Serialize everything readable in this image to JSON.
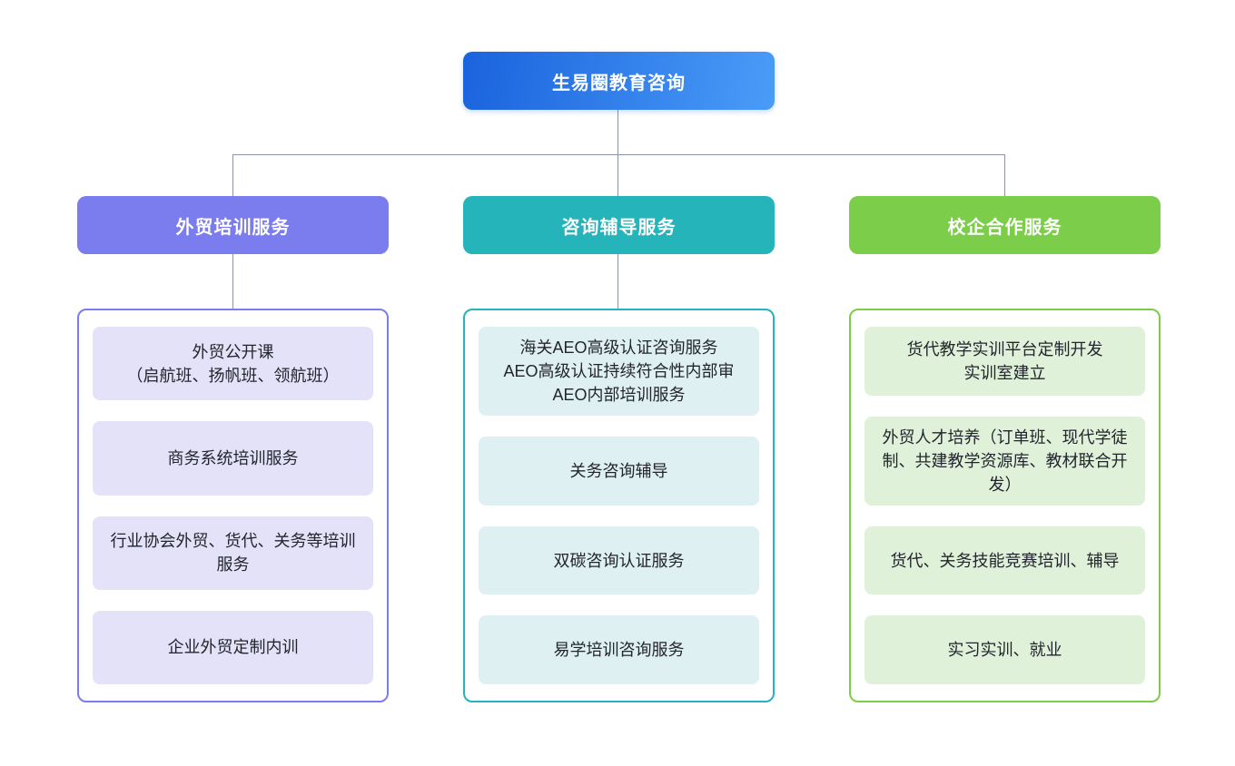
{
  "diagram": {
    "root": {
      "label": "生易圈教育咨询",
      "bg_gradient": [
        "#1a63dd",
        "#4a9cf8"
      ],
      "text_color": "#ffffff"
    },
    "connector_color": "#8b95a3",
    "branches": [
      {
        "title": "外贸培训服务",
        "color": "#7b7cee",
        "item_bg": "#e4e2f8",
        "items": [
          {
            "lines": [
              "外贸公开课",
              "（启航班、扬帆班、领航班）"
            ]
          },
          {
            "lines": [
              "商务系统培训服务"
            ]
          },
          {
            "lines": [
              "行业协会外贸、货代、关务等培训服务"
            ]
          },
          {
            "lines": [
              "企业外贸定制内训"
            ]
          }
        ]
      },
      {
        "title": "咨询辅导服务",
        "color": "#25b4ba",
        "item_bg": "#def0f2",
        "items": [
          {
            "lines": [
              "海关AEO高级认证咨询服务",
              "AEO高级认证持续符合性内部审",
              "AEO内部培训服务"
            ]
          },
          {
            "lines": [
              "关务咨询辅导"
            ]
          },
          {
            "lines": [
              "双碳咨询认证服务"
            ]
          },
          {
            "lines": [
              "易学培训咨询服务"
            ]
          }
        ]
      },
      {
        "title": "校企合作服务",
        "color": "#7ccd4a",
        "item_bg": "#e0f1da",
        "items": [
          {
            "lines": [
              "货代教学实训平台定制开发",
              "实训室建立"
            ]
          },
          {
            "lines": [
              "外贸人才培养（订单班、现代学徒制、共建教学资源库、教材联合开发）"
            ]
          },
          {
            "lines": [
              "货代、关务技能竞赛培训、辅导"
            ]
          },
          {
            "lines": [
              "实习实训、就业"
            ]
          }
        ]
      }
    ]
  }
}
